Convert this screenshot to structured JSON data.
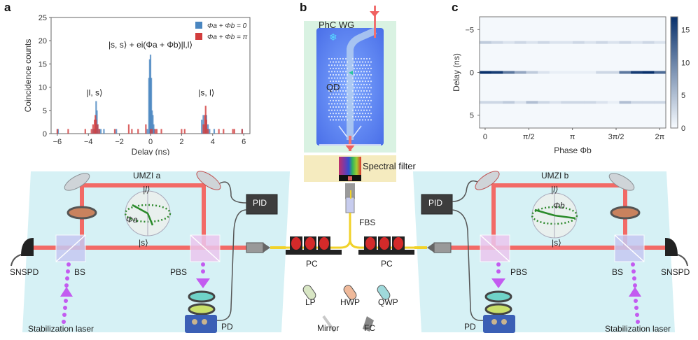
{
  "panels": {
    "a": {
      "letter": "a"
    },
    "b": {
      "letter": "b",
      "chip_label": "PhC WG",
      "qd_label": "QD",
      "filter_label": "Spectral filter"
    },
    "c": {
      "letter": "c"
    }
  },
  "setup": {
    "left": {
      "title": "UMZI a",
      "state_long": "|l⟩",
      "state_short": "|s⟩",
      "phase_label": "Φa",
      "pid": "PID",
      "detector": "SNSPD",
      "bs": "BS",
      "pbs": "PBS",
      "pd": "PD",
      "laser": "Stabilization laser"
    },
    "right": {
      "title": "UMZI b",
      "state_long": "|l⟩",
      "state_short": "|s⟩",
      "phase_label": "Φb",
      "pid": "PID",
      "detector": "SNSPD",
      "bs": "BS",
      "pbs": "PBS",
      "pd": "PD",
      "laser": "Stabilization laser"
    },
    "center": {
      "fbs": "FBS",
      "pc_left": "PC",
      "pc_right": "PC"
    },
    "legend": {
      "lp": "LP",
      "hwp": "HWP",
      "qwp": "QWP",
      "mirror": "Mirror",
      "fc": "FC"
    }
  },
  "chart_data": [
    {
      "type": "bar",
      "title": "",
      "xlabel": "Delay (ns)",
      "ylabel": "Coincidence counts",
      "xlim": [
        -6.4,
        6.4
      ],
      "ylim": [
        0,
        25
      ],
      "xticks": [
        -6,
        -4,
        -2,
        0,
        2,
        4,
        6
      ],
      "yticks": [
        0,
        5,
        10,
        15,
        20,
        25
      ],
      "legend_position": "top-right",
      "annotations": [
        {
          "text": "|l, s⟩",
          "x": -3.6,
          "y": 8.2
        },
        {
          "text": "|s, s⟩ + e^{i(Φa + Φb)}|l,l⟩",
          "x": 0,
          "y": 18.5
        },
        {
          "text": "|s, l⟩",
          "x": 3.6,
          "y": 8.2
        }
      ],
      "series": [
        {
          "name": "Φa + Φb = 0",
          "color": "#4a86c0",
          "x": [
            -5.95,
            -3.7,
            -3.6,
            -3.5,
            -3.45,
            -3.4,
            -3.3,
            -3.2,
            -3.0,
            -2.2,
            -0.2,
            -0.1,
            -0.05,
            0.0,
            0.05,
            0.1,
            0.15,
            0.2,
            0.25,
            3.3,
            3.4,
            3.5,
            3.6,
            3.7,
            3.8,
            4.1,
            5.9
          ],
          "values": [
            1,
            1,
            1,
            7,
            5,
            2,
            1,
            1,
            1,
            1,
            1,
            12,
            16,
            17,
            12,
            5,
            4,
            2,
            1,
            3,
            4,
            2,
            4,
            2,
            1,
            1,
            1
          ]
        },
        {
          "name": "Φa + Φb = π",
          "color": "#d23d3d",
          "x": [
            -6.0,
            -5.3,
            -4.2,
            -3.8,
            -3.7,
            -3.6,
            -3.55,
            -3.5,
            -3.4,
            -3.3,
            -2.3,
            -1.4,
            -1.2,
            -0.8,
            -0.3,
            0.0,
            0.1,
            0.3,
            0.4,
            0.7,
            2.0,
            2.2,
            3.4,
            3.5,
            3.55,
            3.6,
            3.7,
            4.4,
            4.7,
            5.3,
            5.4,
            5.9
          ],
          "values": [
            1,
            1,
            1,
            1,
            2,
            3,
            4,
            3,
            2,
            1,
            1,
            2,
            1,
            1,
            2,
            1,
            1,
            1,
            1,
            1,
            1,
            1,
            2,
            4,
            6,
            3,
            1,
            1,
            1,
            1,
            1,
            1
          ]
        }
      ]
    },
    {
      "type": "heatmap",
      "title": "",
      "xlabel": "Phase Φb",
      "ylabel": "Delay (ns)",
      "xticks": [
        "0",
        "π/2",
        "π",
        "3π/2",
        "2π"
      ],
      "xlim_rad": [
        -0.2,
        6.5
      ],
      "ylim": [
        6.5,
        -6.5
      ],
      "yticks": [
        -5,
        0,
        5
      ],
      "colorbar": {
        "min": 0,
        "max": 17,
        "ticks": [
          0,
          5,
          10,
          15
        ],
        "colormap": "Blues"
      },
      "phase_columns": 16,
      "rows": [
        {
          "delay": -3.5,
          "values": [
            4,
            3,
            2,
            3,
            2,
            3,
            2,
            2,
            3,
            2,
            3,
            2,
            3,
            2,
            3,
            2
          ]
        },
        {
          "delay": 0.0,
          "values": [
            17,
            16,
            11,
            7,
            4,
            2,
            1,
            1,
            1,
            1,
            3,
            3,
            11,
            16,
            17,
            12
          ]
        },
        {
          "delay": 3.5,
          "values": [
            3,
            3,
            4,
            2,
            5,
            3,
            2,
            3,
            3,
            3,
            2,
            1,
            5,
            3,
            3,
            3
          ]
        }
      ]
    }
  ]
}
